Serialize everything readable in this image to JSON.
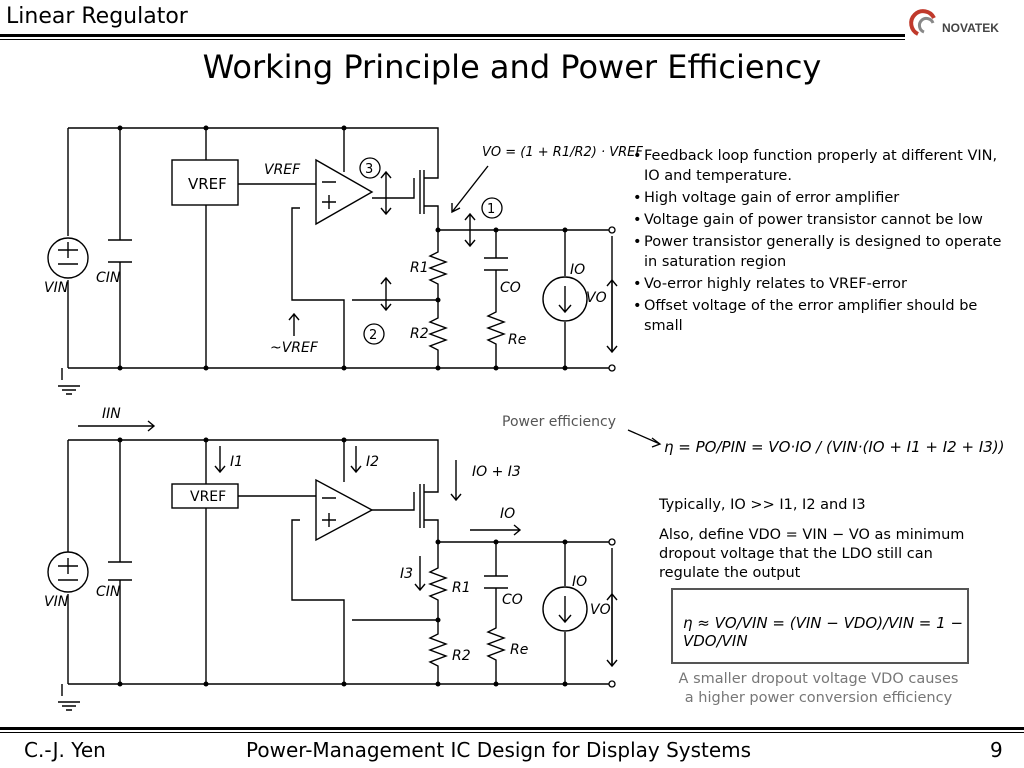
{
  "header": {
    "section_title": "Linear Regulator",
    "logo_text": "NOVATEK"
  },
  "slide": {
    "title": "Working Principle and Power Efficiency"
  },
  "circuit_top": {
    "labels": {
      "vref_block": "VREF",
      "vref": "VREF",
      "vin": "VIN",
      "cin": "CIN",
      "r1": "R1",
      "r2": "R2",
      "co": "CO",
      "re": "Re",
      "io": "IO",
      "vo": "VO",
      "approx_vref": "~VREF",
      "marker1": "1",
      "marker2": "2",
      "marker3": "3"
    },
    "formula": "VO = (1 + R1/R2) · VREF"
  },
  "bullets": [
    "Feedback loop function properly at different VIN, IO and temperature.",
    "High voltage gain of error amplifier",
    "Voltage gain of power transistor cannot be low",
    "Power transistor generally is designed to operate in saturation region",
    "Vo-error highly relates to VREF-error",
    "Offset voltage of the error amplifier should be small"
  ],
  "circuit_bottom": {
    "labels": {
      "iin": "IIN",
      "i1": "I1",
      "i2": "I2",
      "io_i3": "IO + I3",
      "io_branch": "IO",
      "i3": "I3",
      "vref_block": "VREF",
      "vin": "VIN",
      "cin": "CIN",
      "r1": "R1",
      "r2": "R2",
      "co": "CO",
      "re": "Re",
      "io": "IO",
      "vo": "VO"
    }
  },
  "efficiency": {
    "label": "Power efficiency",
    "formula": "η = PO/PIN = VO·IO / (VIN·(IO + I1 + I2 + I3))",
    "typically": "Typically, IO >> I1, I2 and I3",
    "also_define": "Also, define VDO = VIN − VO as minimum dropout voltage that the LDO still can regulate the output",
    "approx_formula": "η ≈ VO/VIN = (VIN − VDO)/VIN = 1 − VDO/VIN",
    "caption": "A smaller dropout voltage VDO causes a higher power conversion efficiency"
  },
  "footer": {
    "author": "C.-J. Yen",
    "course": "Power-Management IC Design for Display Systems",
    "page": "9"
  }
}
